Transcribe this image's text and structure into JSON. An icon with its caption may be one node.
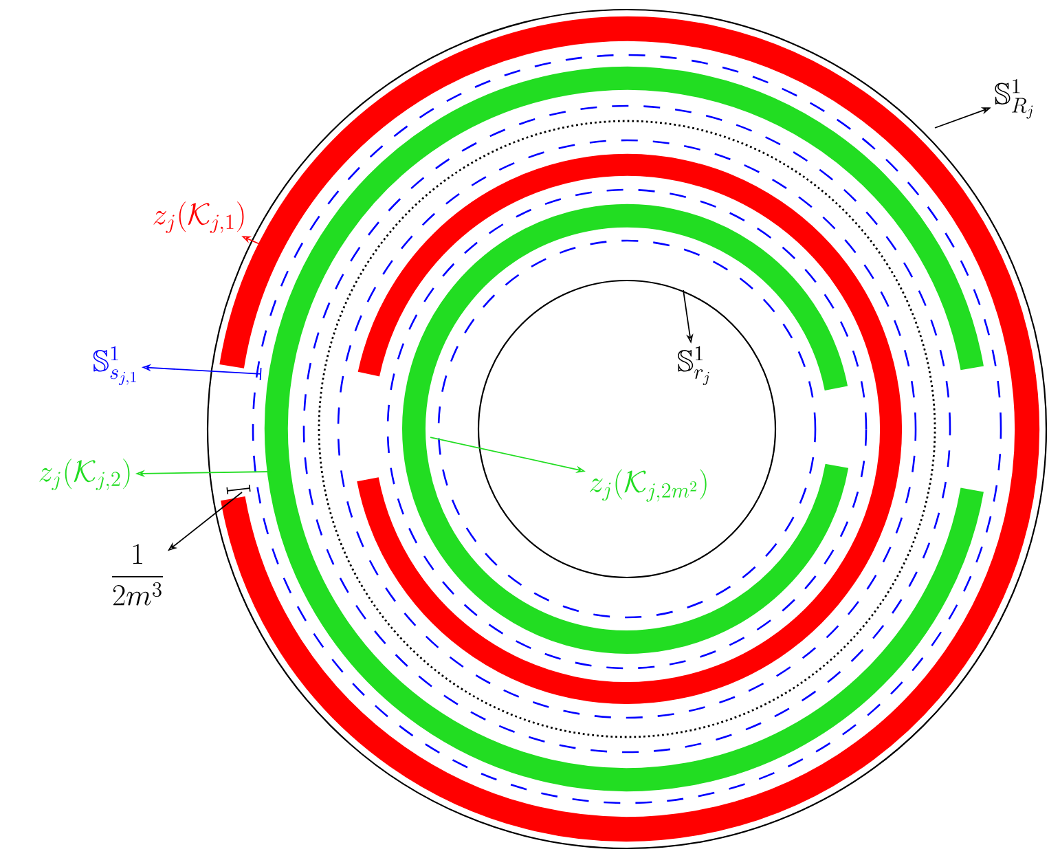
{
  "diagram": {
    "nodes": [
      {
        "text": [
          "z_j(\\mathcal{K}_{j,1})"
        ]
      },
      {
        "text": [
          "\\mathbb{S}^1_{R_j}"
        ]
      },
      {
        "text": [
          "\\mathbb{S}^1_{r_j}"
        ]
      },
      {
        "text": [
          "\\mathbb{S}^1_{s_{j,1}}"
        ]
      },
      {
        "text": [
          "z_j(\\mathcal{K}_{j,2})"
        ]
      },
      {
        "text": [
          "z_j(\\mathcal{K}_{j,2m^2})"
        ]
      },
      {
        "text": [
          "\\frac{1}{2m^3}"
        ]
      }
    ],
    "edges": [
      {
        "from": null,
        "to": 0,
        "arrow": "to",
        "color": "#ff0000"
      },
      {
        "from": null,
        "to": 3,
        "arrow": "to",
        "color": "#0000ff"
      },
      {
        "from": null,
        "to": 4,
        "arrow": "to",
        "color": "#22dd22"
      },
      {
        "from": null,
        "to": 5,
        "arrow": "to",
        "color": "#22dd22"
      },
      {
        "from": null,
        "to": 2,
        "arrow": "to"
      },
      {
        "from": null,
        "to": 1,
        "arrow": "to"
      },
      {
        "from": null,
        "to": 6,
        "arrow": "to"
      }
    ]
  }
}
